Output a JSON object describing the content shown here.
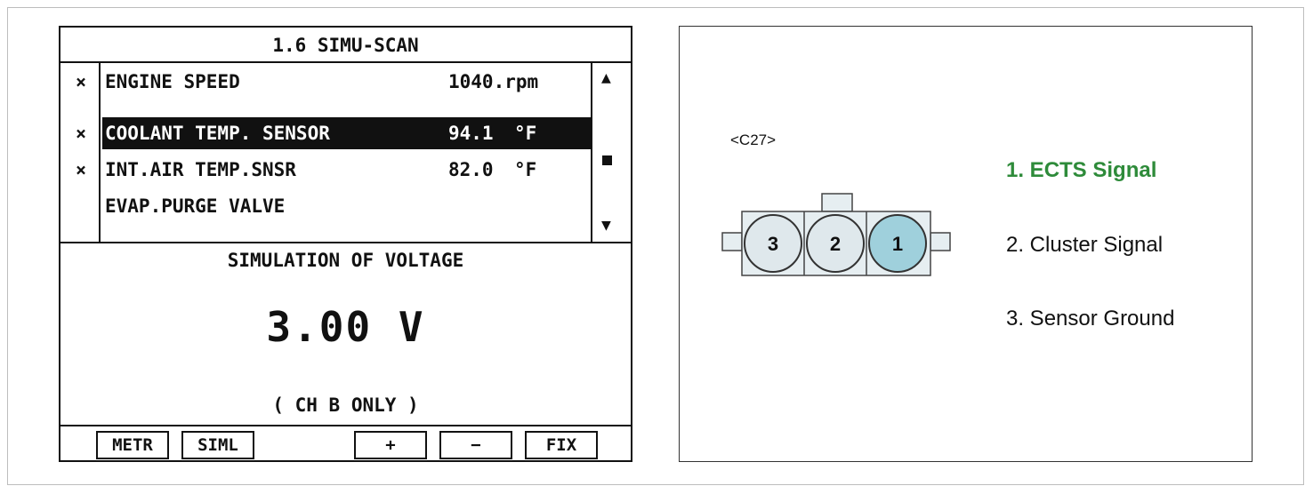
{
  "scan_tool": {
    "title": "1.6 SIMU-SCAN",
    "rows": [
      {
        "mark": "×",
        "name": "ENGINE SPEED",
        "value": "1040.rpm",
        "unit": "",
        "selected": false
      },
      {
        "mark": "×",
        "name": "COOLANT TEMP. SENSOR",
        "value": "94.1",
        "unit": "°F",
        "selected": true
      },
      {
        "mark": "×",
        "name": "INT.AIR TEMP.SNSR",
        "value": "82.0",
        "unit": "°F",
        "selected": false
      },
      {
        "mark": "",
        "name": "EVAP.PURGE VALVE",
        "value": "",
        "unit": "",
        "selected": false
      }
    ],
    "scroll": {
      "up_icon": "▲",
      "down_icon": "▼"
    },
    "simulation_heading": "SIMULATION OF VOLTAGE",
    "simulation_value": "3.00 V",
    "simulation_note": "( CH B ONLY )",
    "softkeys": [
      "METR",
      "SIML",
      "+",
      "−",
      "FIX"
    ]
  },
  "connector": {
    "id": "<C27>",
    "pins": [
      "3",
      "2",
      "1"
    ],
    "highlight_pin": "1",
    "highlight_color": "#9fd0dc",
    "pin_color": "#dfe8ec",
    "legend": [
      "1. ECTS Signal",
      "2. Cluster Signal",
      "3. Sensor Ground"
    ],
    "legend_highlight_color": "#2e8b3a"
  }
}
